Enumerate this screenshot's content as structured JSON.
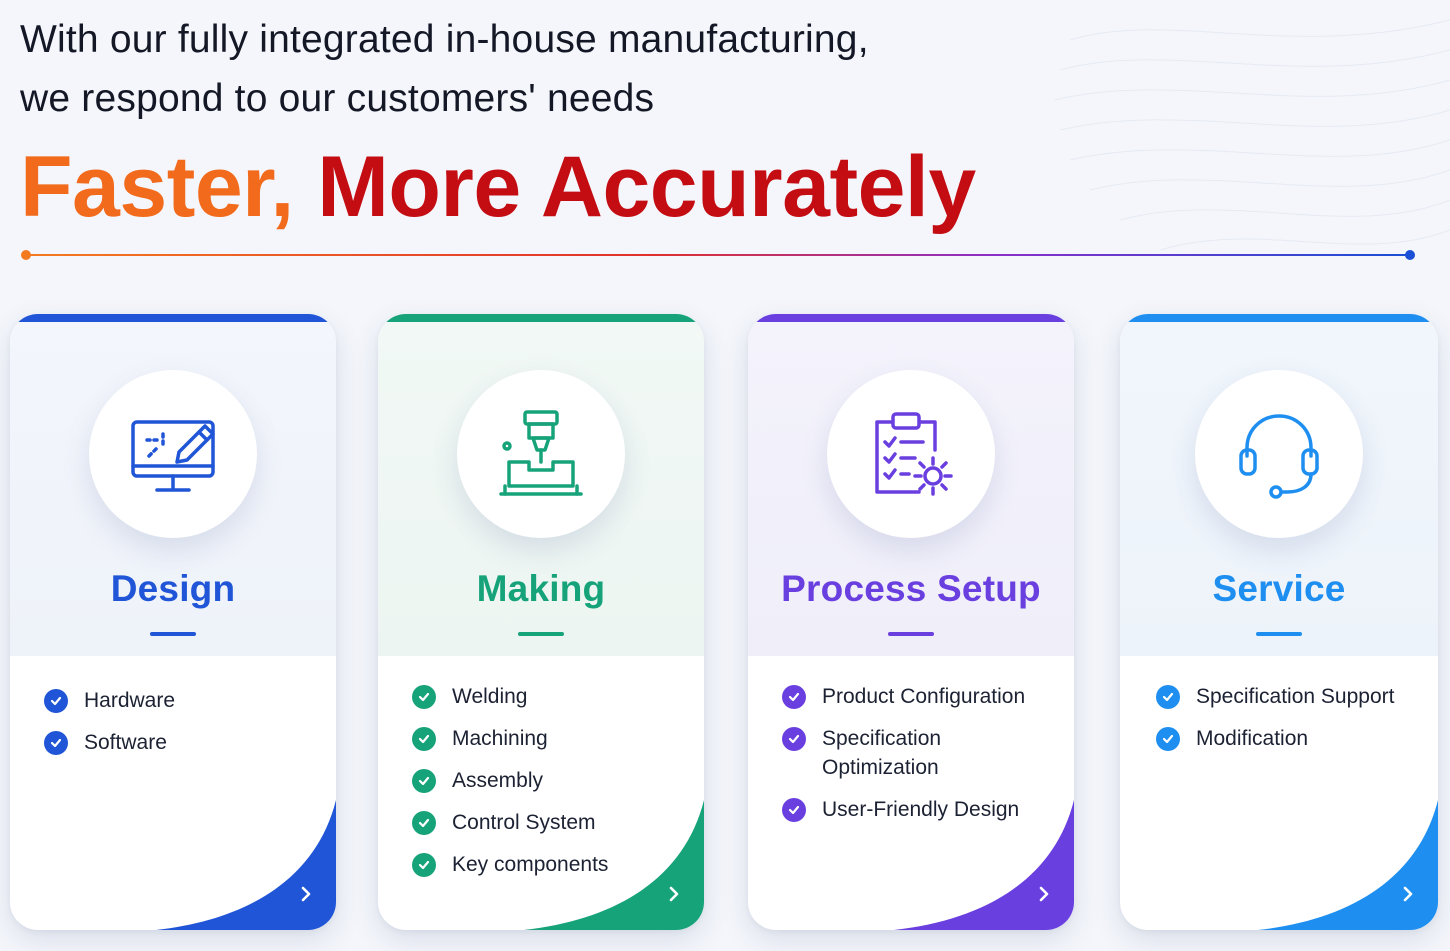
{
  "header": {
    "line1": "With our fully integrated in-house manufacturing,",
    "line2": "we respond to our customers' needs",
    "highlight_1": "Faster,",
    "highlight_2": "More Accurately"
  },
  "colors": {
    "orange": "#f26a1b",
    "red": "#c40d12",
    "design": "#1f55d6",
    "making": "#17a37a",
    "process": "#6a3fe0",
    "service": "#1e8ff0"
  },
  "cards": [
    {
      "title": "Design",
      "icon": "monitor-design-icon",
      "items": [
        "Hardware",
        "Software"
      ]
    },
    {
      "title": "Making",
      "icon": "cnc-machine-icon",
      "items": [
        "Welding",
        "Machining",
        "Assembly",
        "Control System",
        "Key components"
      ]
    },
    {
      "title": "Process Setup",
      "icon": "clipboard-gear-icon",
      "items": [
        "Product Configuration",
        "Specification Optimization",
        "User-Friendly Design"
      ]
    },
    {
      "title": "Service",
      "icon": "headset-icon",
      "items": [
        "Specification Support",
        "Modification"
      ]
    }
  ]
}
